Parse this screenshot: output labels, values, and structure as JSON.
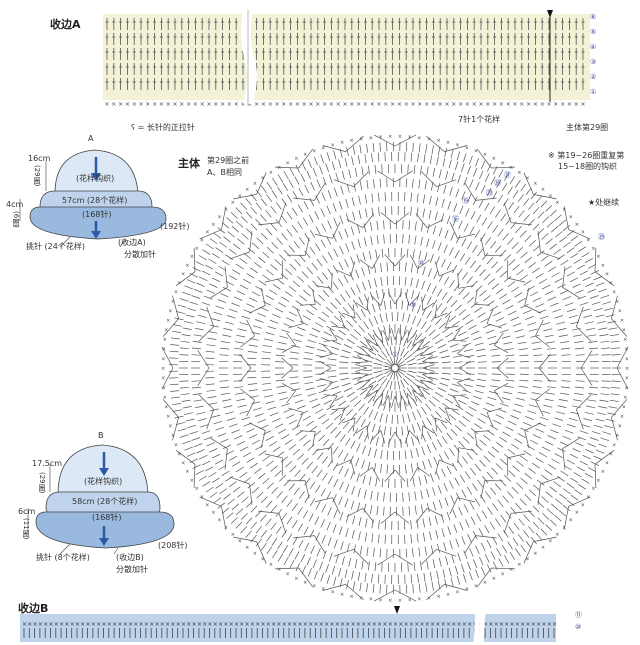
{
  "edge_a": {
    "title": "收边A",
    "symbol_note": "= 长针的正拉针",
    "repeat_label": "7针1个花样",
    "body_round_label": "主体第29圈",
    "rows": [
      "⑥",
      "⑤",
      "④",
      "③",
      "②",
      "①"
    ]
  },
  "edge_b": {
    "title": "收边B",
    "rows": [
      "⑪",
      "⑩"
    ]
  },
  "main": {
    "title": "主体",
    "subtitle1": "第29圈之前",
    "subtitle2": "A、B相同",
    "repeat_note1": "※ 第19~26圈重复第",
    "repeat_note2": "15~18圈的钩织",
    "join_label": "★处继续",
    "round_labels": [
      "①",
      "⑤",
      "⑩",
      "⑮",
      "⑲",
      "⑳",
      "㉖",
      "㉗",
      "㉙"
    ]
  },
  "hat_a": {
    "label": "A",
    "crown_height": "16cm",
    "crown_rounds": "(29圈)",
    "pattern": "(花样钩织)",
    "circumference": "57cm (28个花样)",
    "stitches": "(168针)",
    "brim_height": "4cm",
    "brim_rounds": "(6圈)",
    "brim_stitches": "(192针)",
    "increase": "挑针 (24个花样)",
    "edge_label": "(收边A)",
    "spread": "分散加针"
  },
  "hat_b": {
    "label": "B",
    "crown_height": "17.5cm",
    "crown_rounds": "(29圈)",
    "pattern": "(花样钩织)",
    "circumference": "58cm (28个花样)",
    "stitches": "(168针)",
    "brim_height": "6cm",
    "brim_rounds": "(11圈)",
    "brim_stitches": "(208针)",
    "increase": "挑针 (8个花样)",
    "edge_label": "(收边B)",
    "spread": "分散加针"
  },
  "colors": {
    "strip_a": "#f3f2d6",
    "strip_b": "#bfd3ea",
    "hat_light": "#dce8f5",
    "hat_mid": "#bfd4ec",
    "hat_dark": "#9ab9de",
    "arrow_blue": "#2a5aa8",
    "line": "#444444"
  }
}
